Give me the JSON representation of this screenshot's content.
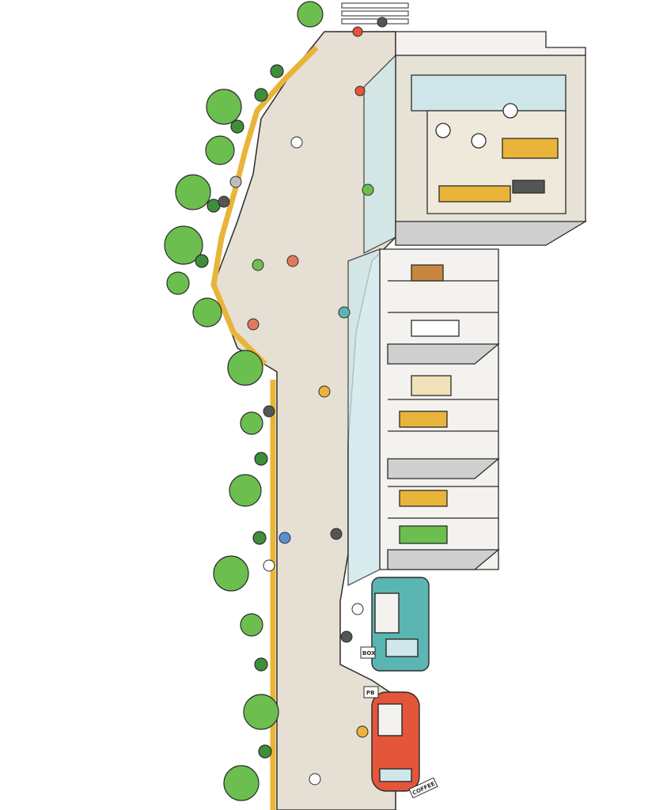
{
  "scene": {
    "kind": "isometric street illustration",
    "colors": {
      "pavement": "#e6e0d4",
      "outline": "#2b2b2b",
      "curb": "#e9b43a",
      "greenery": "#6cbf4f",
      "greenery_dark": "#3f8f3a",
      "building_wall": "#f4f2ee",
      "building_shadow": "#cfcfcf",
      "glass": "#cfe7ea",
      "van": "#5bb5b3",
      "coffee_car": "#e4553a",
      "wood": "#c8873f"
    },
    "signs": {
      "box_sign": "BOX",
      "stand_sign": "PB",
      "coffee_sign": "COFFEE"
    }
  }
}
